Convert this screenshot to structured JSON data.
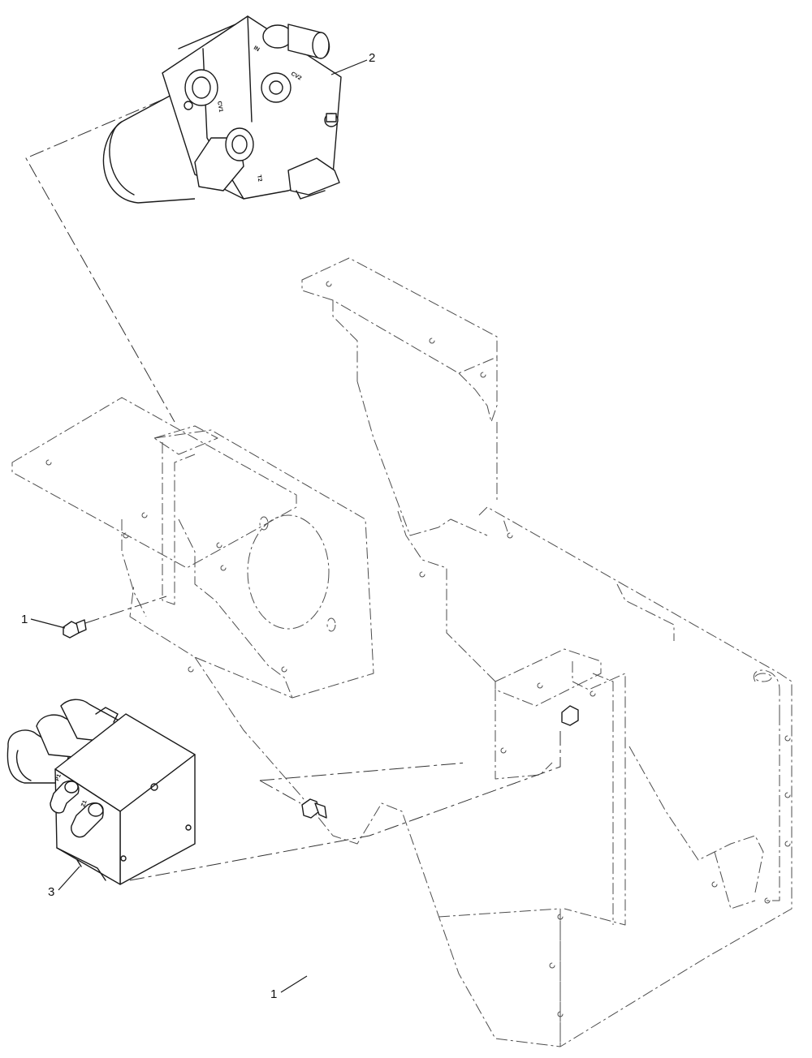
{
  "callouts": [
    {
      "id": "fastener-top",
      "text": "1"
    },
    {
      "id": "valve-top",
      "text": "2"
    },
    {
      "id": "valve-bottom",
      "text": "3"
    },
    {
      "id": "fastener-bottom",
      "text": "1"
    }
  ],
  "port_labels": {
    "in": "IN",
    "cv2": "CV2",
    "cv1": "CV1",
    "t2": "T2",
    "p1": "P1",
    "z1": "Z1"
  },
  "colors": {
    "line": "#1a1a1a",
    "phantom": "#4d4d4d",
    "background": "#ffffff"
  }
}
